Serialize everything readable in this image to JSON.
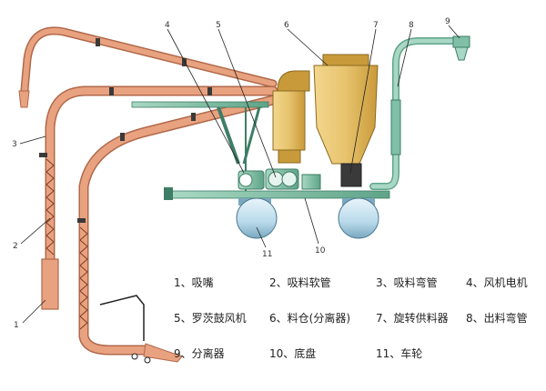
{
  "diagram": {
    "callouts": [
      "1",
      "2",
      "3",
      "4",
      "5",
      "6",
      "7",
      "8",
      "9",
      "10",
      "11"
    ],
    "legend": [
      "1、吸嘴",
      "2、吸料软管",
      "3、吸料弯管",
      "4、风机电机",
      "5、罗茨鼓风机",
      "6、料仓(分离器)",
      "7、旋转供料器",
      "8、出料弯管",
      "9、分离器",
      "10、底盘",
      "11、车轮"
    ],
    "colors": {
      "hose": "#e9a27f",
      "hose_stroke": "#b0684a",
      "silo": "#e7c36d",
      "silo_dark": "#c99a3a",
      "frame_green": "#7fc0a6",
      "frame_dark": "#3e7d66",
      "outlet_pipe": "#a9d7c5",
      "wheel": "#b8d9ea",
      "clamp": "#3a3a3a",
      "line": "#222222"
    }
  }
}
